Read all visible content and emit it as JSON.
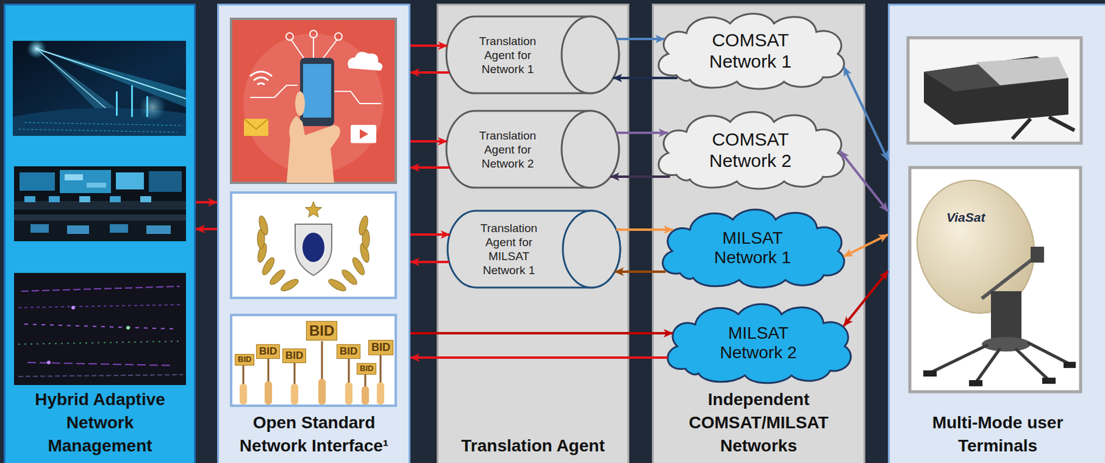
{
  "diagram": {
    "nodes": [
      {
        "text": [
          "Hybrid Adaptive Network Management"
        ]
      },
      {
        "text": [
          "Open Standard Network Interface¹"
        ]
      },
      {
        "text": [
          "Translation Agent"
        ]
      },
      {
        "text": [
          "Translation Agent for Network 1"
        ],
        "in": 2
      },
      {
        "text": [
          "Translation Agent for Network 2"
        ],
        "in": 2
      },
      {
        "text": [
          "Translation Agent for MILSAT Network 1"
        ],
        "in": 2
      },
      {
        "text": [
          "Independent COMSAT/MILSAT Networks"
        ]
      },
      {
        "text": [
          "COMSAT Network 1"
        ],
        "in": 6
      },
      {
        "text": [
          "COMSAT Network 2"
        ],
        "in": 6
      },
      {
        "text": [
          "MILSAT Network 1"
        ],
        "in": 6
      },
      {
        "text": [
          "MILSAT Network 2"
        ],
        "in": 6
      },
      {
        "text": [
          "Multi-Mode user Terminals"
        ]
      }
    ],
    "edges": [
      {
        "from": 0,
        "to": 1,
        "arrow": "to"
      },
      {
        "from": 1,
        "to": 0,
        "arrow": "to"
      },
      {
        "from": 1,
        "to": 3,
        "arrow": "to"
      },
      {
        "from": 3,
        "to": 1,
        "arrow": "to"
      },
      {
        "from": 1,
        "to": 4,
        "arrow": "to"
      },
      {
        "from": 4,
        "to": 1,
        "arrow": "to"
      },
      {
        "from": 1,
        "to": 5,
        "arrow": "to"
      },
      {
        "from": 5,
        "to": 1,
        "arrow": "to"
      },
      {
        "from": 3,
        "to": 7,
        "arrow": "to"
      },
      {
        "from": 7,
        "to": 3,
        "arrow": "to"
      },
      {
        "from": 4,
        "to": 8,
        "arrow": "to"
      },
      {
        "from": 8,
        "to": 4,
        "arrow": "to"
      },
      {
        "from": 5,
        "to": 9,
        "arrow": "to"
      },
      {
        "from": 9,
        "to": 5,
        "arrow": "to"
      },
      {
        "from": 1,
        "to": 10,
        "arrow": "to"
      },
      {
        "from": 10,
        "to": 1,
        "arrow": "to"
      },
      {
        "from": 7,
        "to": 11,
        "arrow": "both"
      },
      {
        "from": 8,
        "to": 11,
        "arrow": "both"
      },
      {
        "from": 9,
        "to": 11,
        "arrow": "both"
      },
      {
        "from": 10,
        "to": 11,
        "arrow": "both"
      }
    ],
    "labels": [
      "BID",
      "BID",
      "BID",
      "BID",
      "BID",
      "BID",
      "BID",
      "ViaSat"
    ]
  }
}
